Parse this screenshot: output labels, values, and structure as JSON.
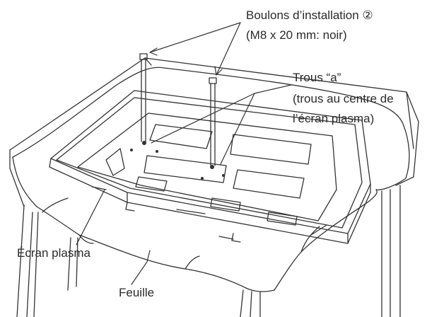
{
  "labels": {
    "bolts_line1": "Boulons d’installation ②",
    "bolts_line2": "(M8 x 20 mm: noir)",
    "holes_line1": "Trous “a”",
    "holes_line2": "(trous au centre de",
    "holes_line3": "l’écran plasma)",
    "screen": "Écran plasma",
    "sheet": "Feuille"
  }
}
